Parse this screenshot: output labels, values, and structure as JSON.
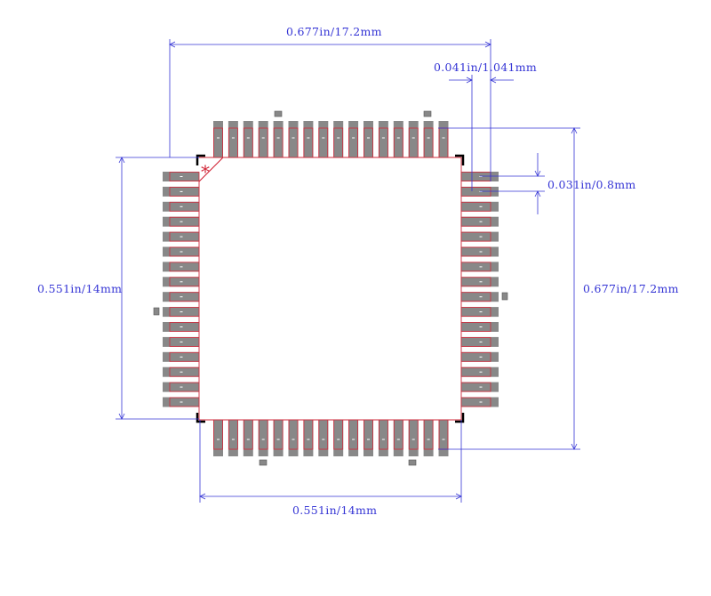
{
  "dimensions": {
    "overall_width": "0.677in/17.2mm",
    "pad_width": "0.041in/1.041mm",
    "pitch": "0.031in/0.8mm",
    "body_height": "0.551in/14mm",
    "overall_height": "0.677in/17.2mm",
    "body_width": "0.551in/14mm"
  },
  "pin1_marker": "*",
  "pins_per_side": 16,
  "colors": {
    "dimension": "#3535d5",
    "outline": "#d2283a",
    "pad": "#888888",
    "body_corner": "#000000",
    "background": "#ffffff"
  }
}
